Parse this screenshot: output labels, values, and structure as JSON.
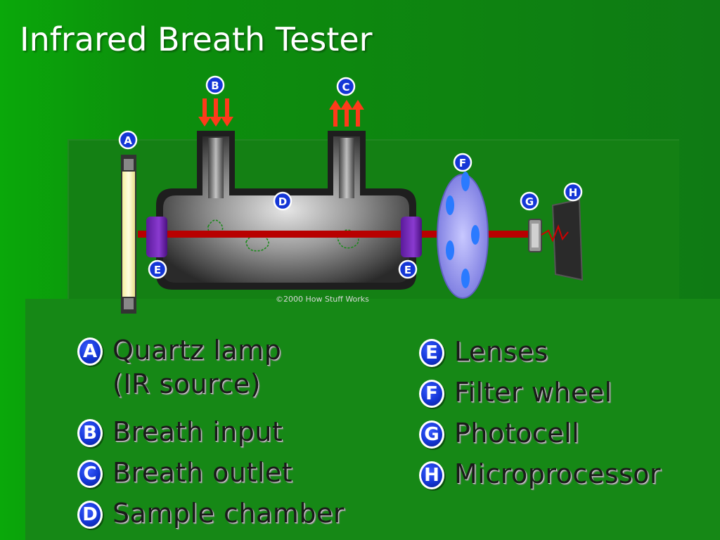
{
  "slide": {
    "title": "Infrared Breath Tester"
  },
  "diagram": {
    "copyright": "©2000 How Stuff Works",
    "labels": {
      "a": "A",
      "b": "B",
      "c": "C",
      "d": "D",
      "e1": "E",
      "e2": "E",
      "f": "F",
      "g": "G",
      "h": "H"
    }
  },
  "legend": {
    "left": [
      {
        "letter": "A",
        "text": "Quartz lamp",
        "text2": "(IR source)"
      },
      {
        "letter": "B",
        "text": "Breath input"
      },
      {
        "letter": "C",
        "text": "Breath outlet"
      },
      {
        "letter": "D",
        "text": "Sample chamber"
      }
    ],
    "right": [
      {
        "letter": "E",
        "text": "Lenses"
      },
      {
        "letter": "F",
        "text": "Filter wheel"
      },
      {
        "letter": "G",
        "text": "Photocell"
      },
      {
        "letter": "H",
        "text": "Microprocessor"
      }
    ]
  },
  "colors": {
    "background": "#0f7a14",
    "badge": "#1436d6",
    "beam": "#b80000",
    "arrows": "#ff3a1a"
  }
}
